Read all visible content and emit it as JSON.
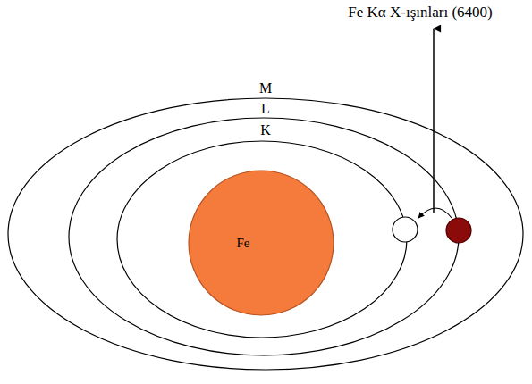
{
  "diagram": {
    "nodes": [
      {
        "text": [
          "Fe"
        ]
      }
    ],
    "labels": [
      "Fe Kα X-ışınları (6400)",
      "M",
      "L",
      "K"
    ]
  }
}
